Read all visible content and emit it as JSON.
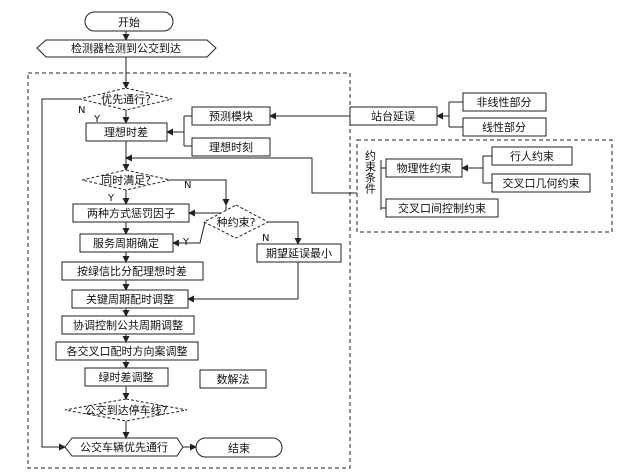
{
  "nodes": {
    "start": "开始",
    "detect": "检测器检测到公交到达",
    "priority": "优先通行?",
    "ideal_offset": "理想时差",
    "predict": "预测模块",
    "ideal_time": "理想时刻",
    "station_delay": "站台延误",
    "nonlinear": "非线性部分",
    "linear": "线性部分",
    "time_ok": "同时满足?",
    "penalty": "两种方式惩罚因子",
    "which": "种约束?",
    "cycle": "服务周期确定",
    "min_delay": "期望延误最小",
    "green_ratio": "按绿信比分配理想时差",
    "key_cycle": "关键周期配时调整",
    "coord": "协调控制公共周期调整",
    "intersection": "各交叉口配时方向案调整",
    "green_offset": "绿时差调整",
    "numeric": "数解法",
    "arrive": "公交到达停车线?",
    "bus_pass": "公交车辆优先通行",
    "end": "结束",
    "constraint_label": "约束条件",
    "physical": "物理性约束",
    "pedestrian": "行人约束",
    "geometry": "交叉口几何约束",
    "inter_control": "交叉口间控制约束"
  },
  "edge_labels": {
    "n1": "N",
    "y1": "Y",
    "y2": "Y",
    "n2": "N",
    "y3": "Y",
    "n3": "N"
  }
}
